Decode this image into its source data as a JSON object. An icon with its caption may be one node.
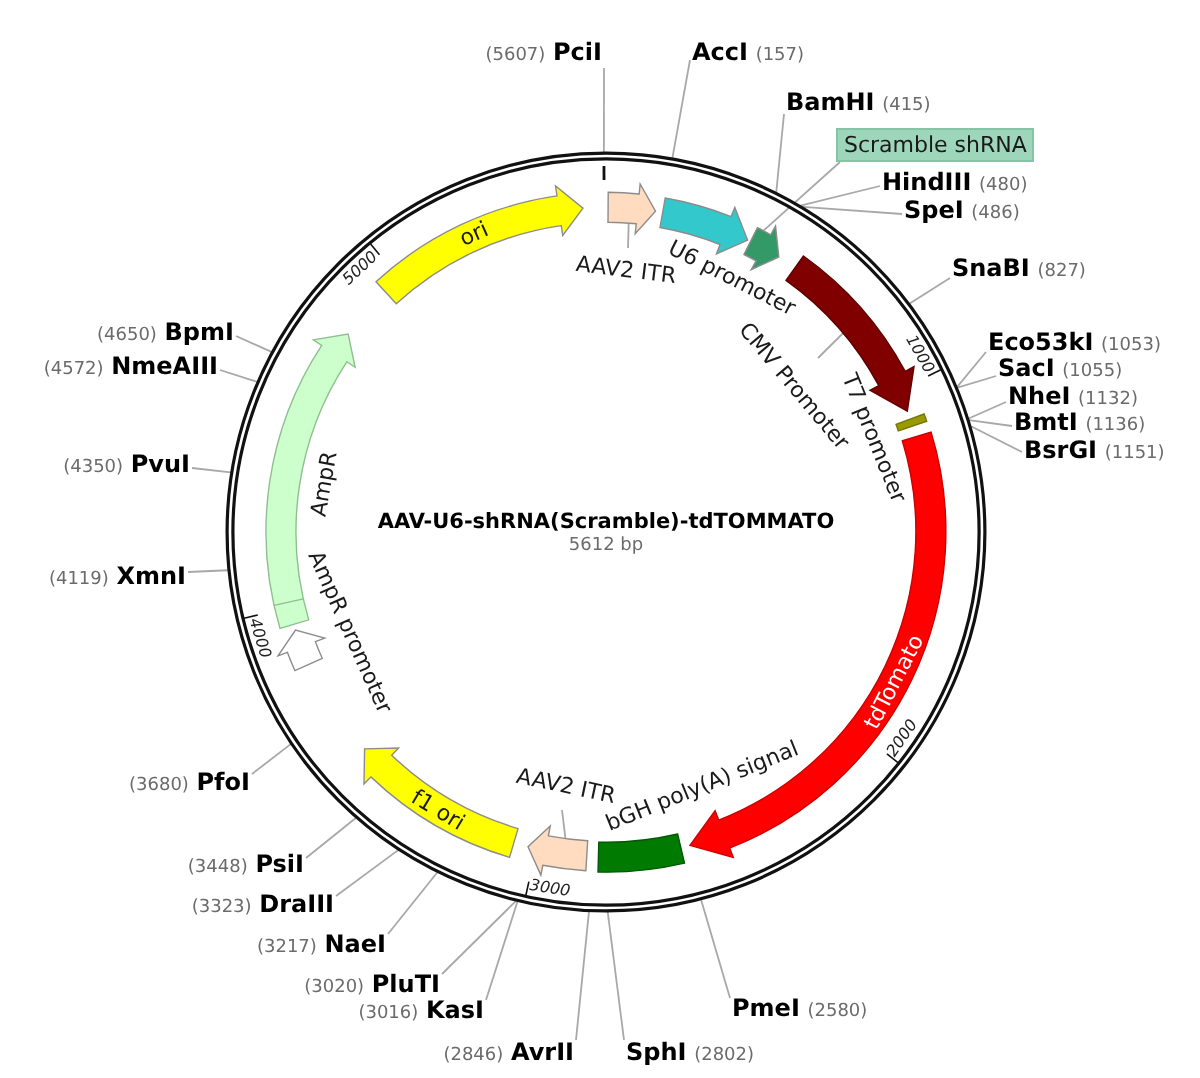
{
  "diagram": {
    "nodes": [
      {
        "text": [
          "AAV-U6-shRNA(Scramble)-tdTOMMATO",
          "5612 bp"
        ]
      },
      {
        "text": [
          "ori"
        ],
        "in": 0
      },
      {
        "text": [],
        "shape": "arrow",
        "in": 0
      },
      {
        "text": [
          "AAV2 ITR"
        ],
        "in": 0
      },
      {
        "text": [],
        "shape": "arrow",
        "beside": [
          "U6 promoter"
        ],
        "in": 0
      },
      {
        "text": [],
        "shape": "arrow",
        "in": 0
      },
      {
        "text": [
          "Scramble shRNA"
        ]
      },
      {
        "text": [],
        "shape": "arrow",
        "in": 0
      },
      {
        "text": [
          "CMV Promoter"
        ],
        "in": 0
      },
      {
        "text": [],
        "shape": "bar",
        "beside": [
          "T7 promoter"
        ],
        "in": 0
      },
      {
        "text": [
          "tdTomato"
        ],
        "in": 0
      },
      {
        "text": [],
        "shape": "bar",
        "beside": [
          "bGH poly(A) signal"
        ],
        "in": 0
      },
      {
        "text": [],
        "shape": "arrow",
        "in": 0
      },
      {
        "text": [
          "AAV2 ITR"
        ],
        "in": 0
      },
      {
        "text": [
          "f1 ori"
        ],
        "in": 0
      },
      {
        "text": [],
        "shape": "arrow",
        "beside": [
          "AmpR promoter"
        ],
        "in": 0
      },
      {
        "text": [],
        "shape": "arrow",
        "beside": [
          "AmpR"
        ],
        "in": 0
      },
      {
        "text": [
          "(5607)",
          "PciI"
        ]
      },
      {
        "text": [
          "AccI",
          "(157)"
        ]
      },
      {
        "text": [
          "BamHI",
          "(415)"
        ]
      },
      {
        "text": [
          "HindIII",
          "(480)"
        ]
      },
      {
        "text": [
          "SpeI",
          "(486)"
        ]
      },
      {
        "text": [
          "SnaBI",
          "(827)"
        ]
      },
      {
        "text": [
          "Eco53kI",
          "(1053)"
        ]
      },
      {
        "text": [
          "SacI",
          "(1055)"
        ]
      },
      {
        "text": [
          "NheI",
          "(1132)"
        ]
      },
      {
        "text": [
          "BmtI",
          "(1136)"
        ]
      },
      {
        "text": [
          "BsrGI",
          "(1151)"
        ]
      },
      {
        "text": [
          "PmeI",
          "(2580)"
        ]
      },
      {
        "text": [
          "SphI",
          "(2802)"
        ]
      },
      {
        "text": [
          "(2846)",
          "AvrII"
        ]
      },
      {
        "text": [
          "(3016)",
          "KasI"
        ]
      },
      {
        "text": [
          "(3020)",
          "PluTI"
        ]
      },
      {
        "text": [
          "(3217)",
          "NaeI"
        ]
      },
      {
        "text": [
          "(3323)",
          "DraIII"
        ]
      },
      {
        "text": [
          "(3448)",
          "PsiI"
        ]
      },
      {
        "text": [
          "(3680)",
          "PfoI"
        ]
      },
      {
        "text": [
          "(4119)",
          "XmnI"
        ]
      },
      {
        "text": [
          "(4350)",
          "PvuI"
        ]
      },
      {
        "text": [
          "(4572)",
          "NmeAIII"
        ]
      },
      {
        "text": [
          "(4650)",
          "BpmI"
        ]
      }
    ],
    "edges": [
      {
        "from": 3,
        "to": 2,
        "arrow": "none"
      },
      {
        "from": 6,
        "to": 5,
        "arrow": "none"
      },
      {
        "from": 8,
        "to": 7,
        "arrow": "none"
      },
      {
        "from": 13,
        "to": 12,
        "arrow": "none"
      },
      {
        "from": 17,
        "to": 0,
        "arrow": "none"
      },
      {
        "from": 18,
        "to": 0,
        "arrow": "none"
      },
      {
        "from": 19,
        "to": 0,
        "arrow": "none"
      },
      {
        "from": 20,
        "to": 0,
        "arrow": "none"
      },
      {
        "from": 21,
        "to": 0,
        "arrow": "none"
      },
      {
        "from": 22,
        "to": 0,
        "arrow": "none"
      },
      {
        "from": 23,
        "to": 0,
        "arrow": "none"
      },
      {
        "from": 24,
        "to": 0,
        "arrow": "none"
      },
      {
        "from": 25,
        "to": 0,
        "arrow": "none"
      },
      {
        "from": 26,
        "to": 0,
        "arrow": "none"
      },
      {
        "from": 27,
        "to": 0,
        "arrow": "none"
      },
      {
        "from": 28,
        "to": 0,
        "arrow": "none"
      },
      {
        "from": 29,
        "to": 0,
        "arrow": "none"
      },
      {
        "from": 30,
        "to": 0,
        "arrow": "none"
      },
      {
        "from": 31,
        "to": 0,
        "arrow": "none"
      },
      {
        "from": 32,
        "to": 0,
        "arrow": "none"
      },
      {
        "from": 33,
        "to": 0,
        "arrow": "none"
      },
      {
        "from": 34,
        "to": 0,
        "arrow": "none"
      },
      {
        "from": 35,
        "to": 0,
        "arrow": "none"
      },
      {
        "from": 36,
        "to": 0,
        "arrow": "none"
      },
      {
        "from": 37,
        "to": 0,
        "arrow": "none"
      },
      {
        "from": 38,
        "to": 0,
        "arrow": "none"
      },
      {
        "from": 39,
        "to": 0,
        "arrow": "none"
      },
      {
        "from": 40,
        "to": 0,
        "arrow": "none"
      }
    ],
    "labels": [
      "1000",
      "2000",
      "3000",
      "4000",
      "5000"
    ]
  }
}
